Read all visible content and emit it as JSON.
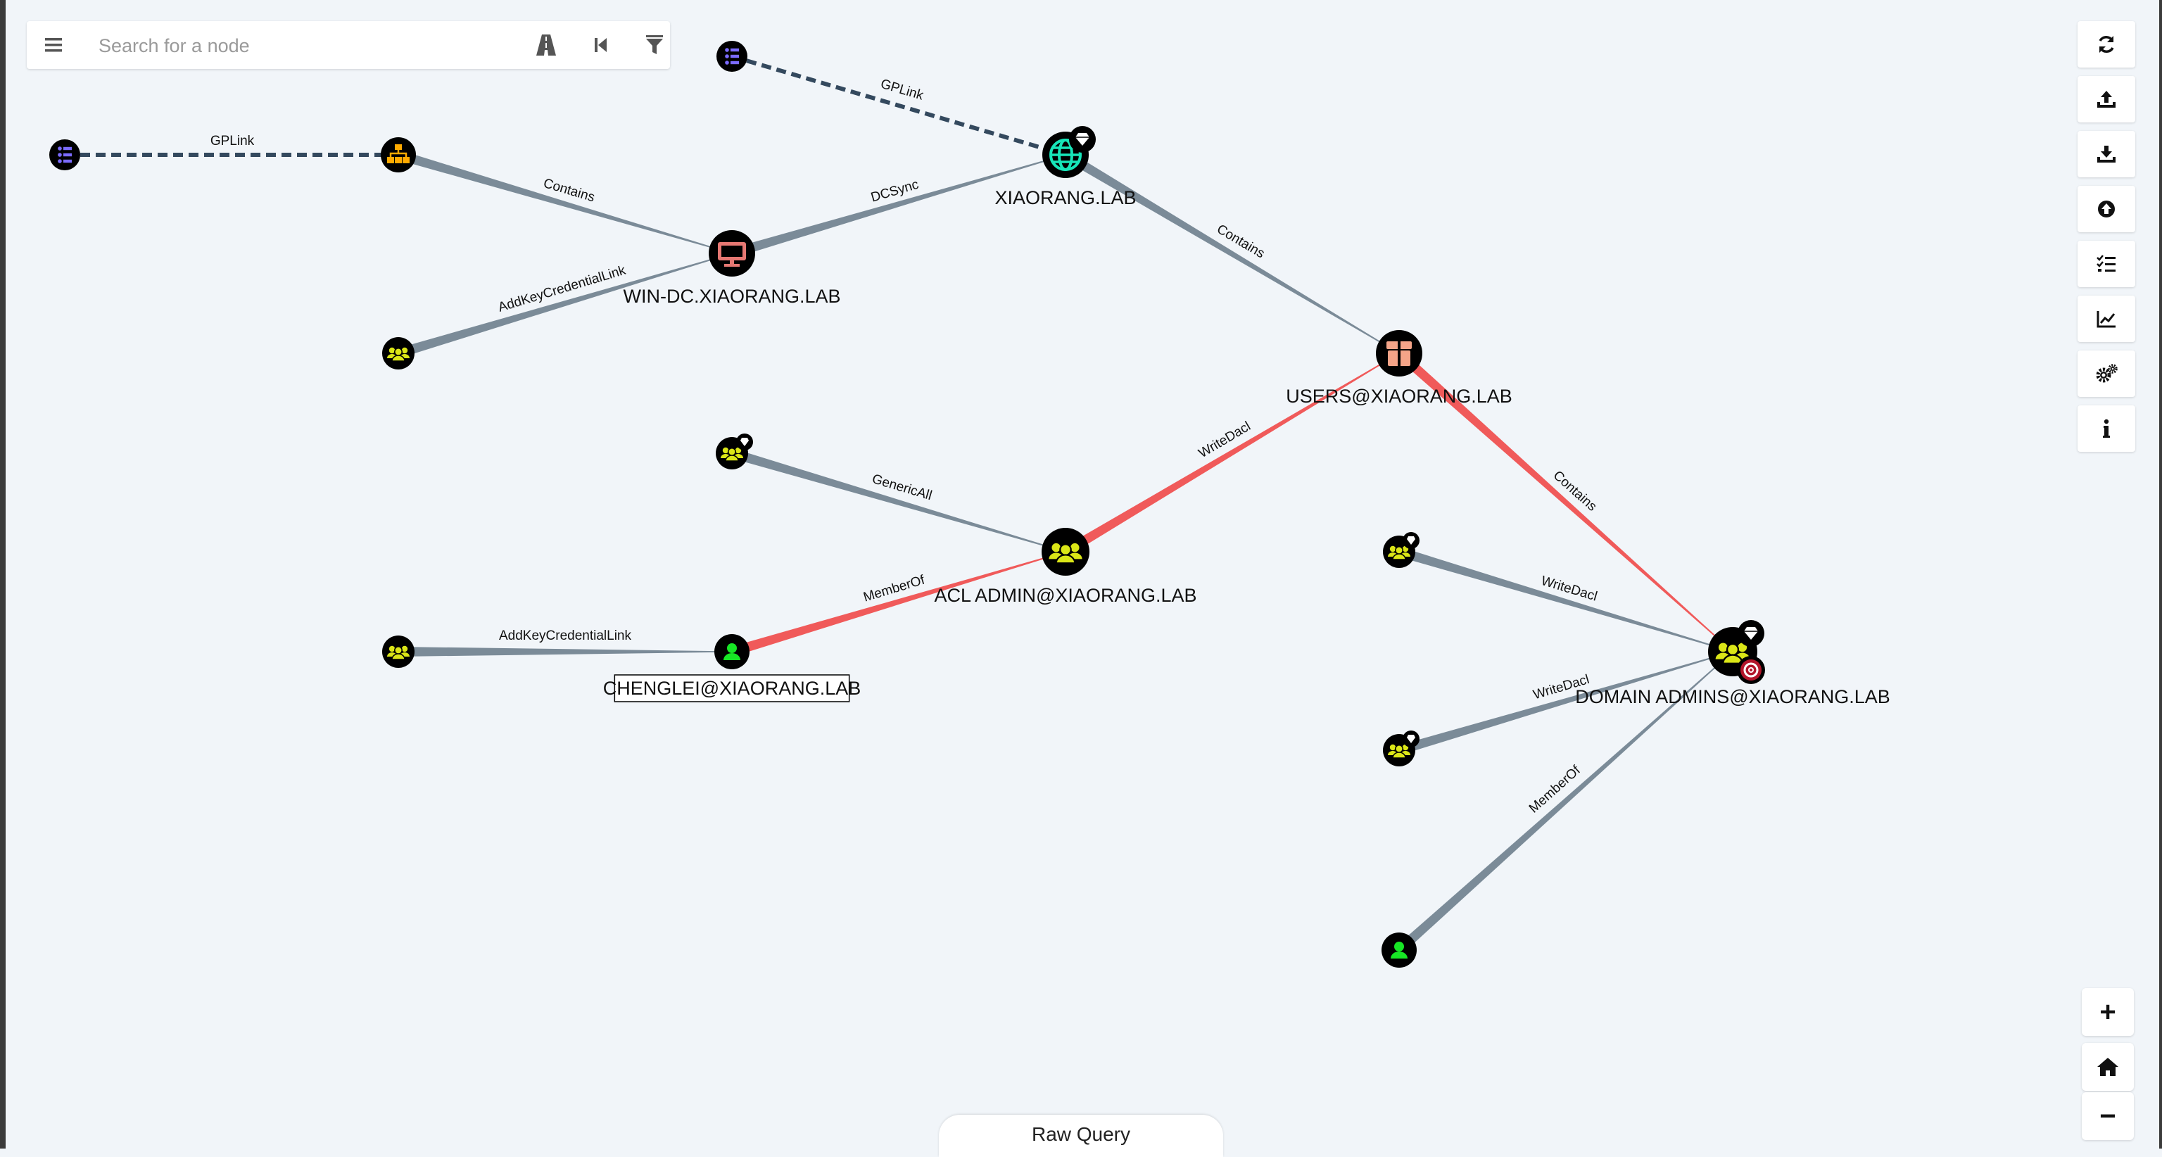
{
  "search": {
    "placeholder": "Search for a node"
  },
  "icons": {
    "menu": "menu-icon",
    "pathfinding": "road-icon",
    "back": "skip-back-icon",
    "filter": "filter-icon",
    "refresh": "refresh-icon",
    "export": "upload-icon",
    "import": "download-icon",
    "upload": "circle-arrow-up-icon",
    "queue": "task-list-icon",
    "stats": "line-chart-icon",
    "settings": "gears-icon",
    "info": "info-icon"
  },
  "colors": {
    "edge": "#7b8b98",
    "edge_highlight": "#f05a5a",
    "gplink": "#34495e",
    "group": "#dbe617",
    "user": "#17e625",
    "domain": "#17e6b9",
    "computer": "#e67873",
    "container": "#f4a488",
    "ou": "#ffaa00",
    "gpo": "#7b6bff"
  },
  "graph": {
    "nodes": [
      {
        "id": "gpo1",
        "type": "gpo",
        "label": ""
      },
      {
        "id": "gpo2",
        "type": "gpo",
        "label": ""
      },
      {
        "id": "ou1",
        "type": "ou",
        "label": ""
      },
      {
        "id": "domain",
        "type": "domain",
        "label": "XIAORANG.LAB",
        "badge": "crown"
      },
      {
        "id": "windc",
        "type": "computer",
        "label": "WIN-DC.XIAORANG.LAB"
      },
      {
        "id": "grp1",
        "type": "group",
        "label": ""
      },
      {
        "id": "users",
        "type": "container",
        "label": "USERS@XIAORANG.LAB"
      },
      {
        "id": "grp2",
        "type": "group",
        "label": "",
        "badge": "crown"
      },
      {
        "id": "acladmin",
        "type": "group",
        "label": "ACL ADMIN@XIAORANG.LAB"
      },
      {
        "id": "grp3",
        "type": "group",
        "label": ""
      },
      {
        "id": "chenglei",
        "type": "user",
        "label": "CHENGLEI@XIAORANG.LAB",
        "selected": true
      },
      {
        "id": "grp4",
        "type": "group",
        "label": "",
        "badge": "crown"
      },
      {
        "id": "grp5",
        "type": "group",
        "label": "",
        "badge": "crown"
      },
      {
        "id": "user2",
        "type": "user",
        "label": ""
      },
      {
        "id": "domainadmins",
        "type": "group",
        "label": "DOMAIN ADMINS@XIAORANG.LAB",
        "badge": "crown",
        "target": true
      }
    ],
    "edges": [
      {
        "from": "gpo2",
        "to": "ou1",
        "label": "GPLink",
        "kind": "gplink"
      },
      {
        "from": "gpo1",
        "to": "domain",
        "label": "GPLink",
        "kind": "gplink"
      },
      {
        "from": "ou1",
        "to": "windc",
        "label": "Contains",
        "kind": "normal"
      },
      {
        "from": "windc",
        "to": "domain",
        "label": "DCSync",
        "kind": "normal"
      },
      {
        "from": "grp1",
        "to": "windc",
        "label": "AddKeyCredentialLink",
        "kind": "normal"
      },
      {
        "from": "domain",
        "to": "users",
        "label": "Contains",
        "kind": "normal"
      },
      {
        "from": "grp2",
        "to": "acladmin",
        "label": "GenericAll",
        "kind": "normal"
      },
      {
        "from": "acladmin",
        "to": "users",
        "label": "WriteDacl",
        "kind": "highlight"
      },
      {
        "from": "chenglei",
        "to": "acladmin",
        "label": "MemberOf",
        "kind": "highlight"
      },
      {
        "from": "grp3",
        "to": "chenglei",
        "label": "AddKeyCredentialLink",
        "kind": "normal"
      },
      {
        "from": "users",
        "to": "domainadmins",
        "label": "Contains",
        "kind": "highlight"
      },
      {
        "from": "grp4",
        "to": "domainadmins",
        "label": "WriteDacl",
        "kind": "normal"
      },
      {
        "from": "grp5",
        "to": "domainadmins",
        "label": "WriteDacl",
        "kind": "normal"
      },
      {
        "from": "user2",
        "to": "domainadmins",
        "label": "MemberOf",
        "kind": "normal"
      }
    ]
  },
  "zoom": {
    "in": "+",
    "out": "−"
  },
  "raw_query": {
    "label": "Raw Query"
  }
}
